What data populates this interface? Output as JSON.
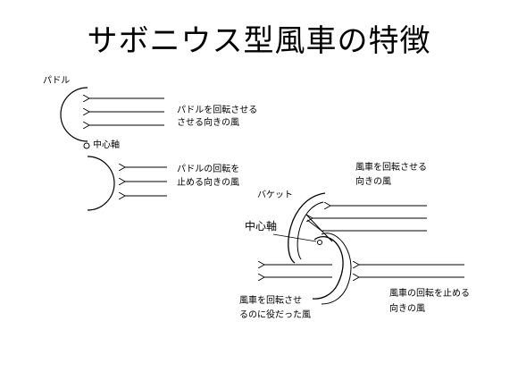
{
  "title": "サボニウス型風車の特徴",
  "left_diagram": {
    "paddle_label": "パドル",
    "center_axis_label": "中心軸",
    "upper_wind_line1": "パドルを回転させる",
    "upper_wind_line2": "させる向きの風",
    "lower_wind_line1": "パドルの回転を",
    "lower_wind_line2": "止める向きの風"
  },
  "right_diagram": {
    "bucket_label": "バケット",
    "center_axis_label": "中心軸",
    "rotate_wind_line1": "風車を回転させる",
    "rotate_wind_line2": "向きの風",
    "helped_wind_line1": "風車を回転させ",
    "helped_wind_line2": "るのに役だった風",
    "stop_wind_line1": "風車の回転を止める",
    "stop_wind_line2": "向きの風"
  },
  "colors": {
    "line": "#000000",
    "background": "#ffffff"
  }
}
